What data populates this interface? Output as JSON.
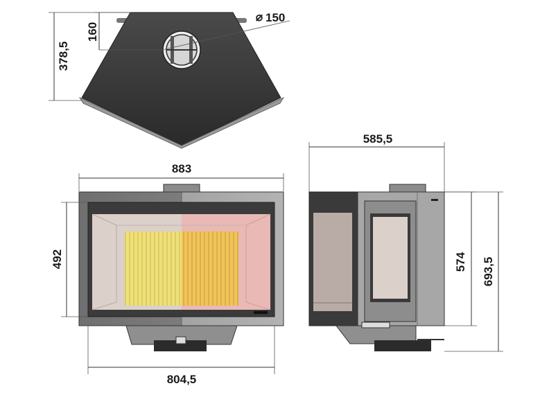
{
  "diagram": {
    "top_view": {
      "depth_label": "378,5",
      "flue_offset_label": "160",
      "flue_diameter_label": "150",
      "flue_diameter_symbol": "⌀"
    },
    "front_view": {
      "width_label": "883",
      "opening_height_label": "492",
      "base_width_label": "804,5"
    },
    "side_view": {
      "depth_label": "585,5",
      "door_height_label": "574",
      "total_height_label": "693,5"
    }
  },
  "colors": {
    "body_dark": "#3a3a3a",
    "body_grey": "#8a8a8a",
    "panel_light": "#c8c8c8",
    "glass_left": "#d9cfc9",
    "glass_right": "#e8b7b3",
    "grate_left": "#f2e38a",
    "grate_right": "#f0c25a"
  }
}
